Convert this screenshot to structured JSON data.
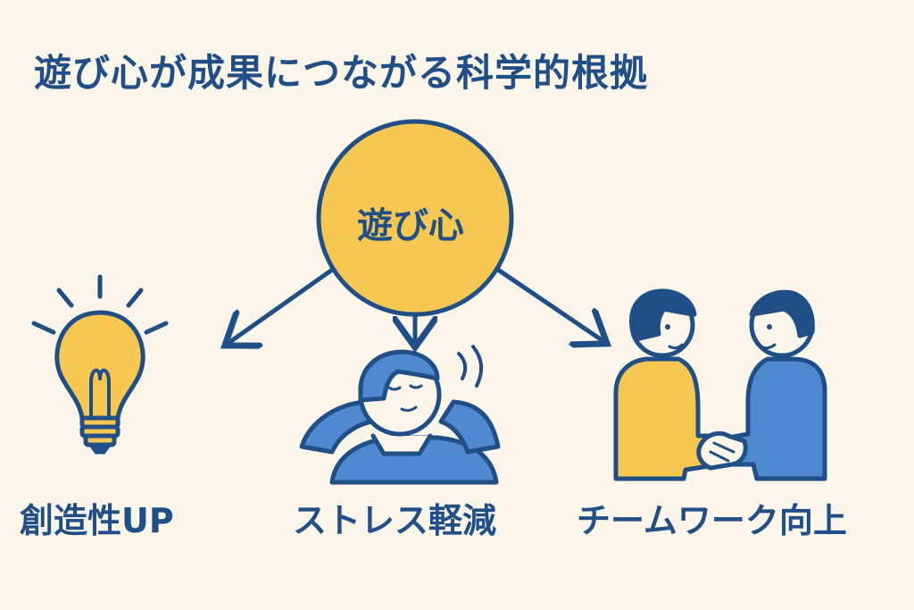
{
  "title": "遊び心が成果につながる科学的根拠",
  "center": {
    "label": "遊び心"
  },
  "outcomes": [
    {
      "label": "創造性UP",
      "icon": "lightbulb-icon"
    },
    {
      "label": "ストレス軽減",
      "icon": "relaxed-person-icon"
    },
    {
      "label": "チームワーク向上",
      "icon": "handshake-icon"
    }
  ],
  "colors": {
    "background": "#fbf5ea",
    "navy": "#1f4f86",
    "yellow": "#f6c851",
    "blue": "#4f8ad0"
  }
}
